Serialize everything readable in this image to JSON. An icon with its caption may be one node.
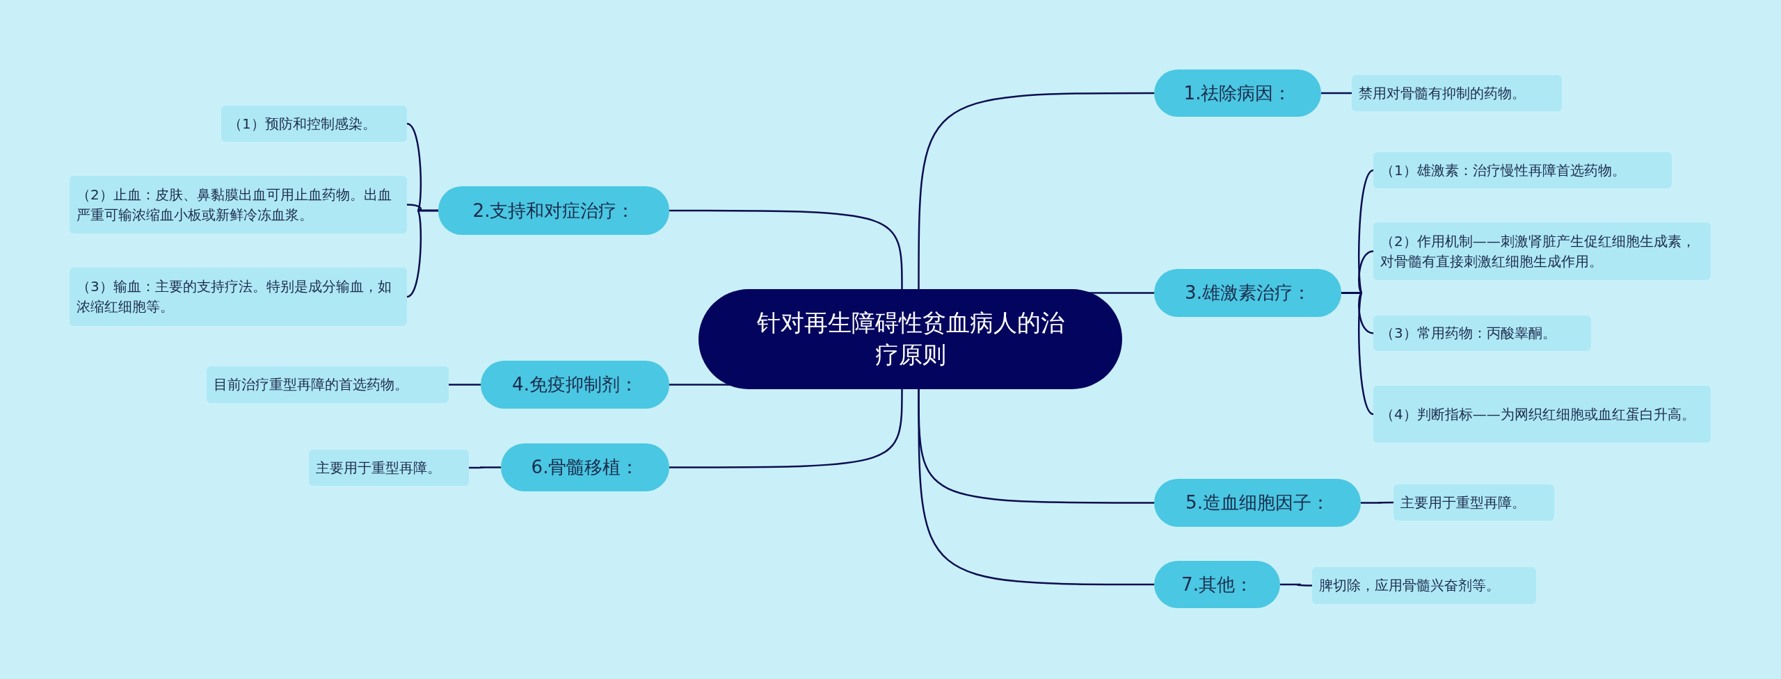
{
  "diagram": {
    "nodes": [
      {
        "text": [
          "针对再生障碍性贫血病人的治疗原则"
        ]
      },
      {
        "text": [
          "1.祛除病因："
        ]
      },
      {
        "text": [
          "禁用对骨髓有抑制的药物。"
        ]
      },
      {
        "text": [
          "2.支持和对症治疗："
        ]
      },
      {
        "text": [
          "（1）预防和控制感染。"
        ]
      },
      {
        "text": [
          "（2）止血：皮肤、鼻黏膜出血可用止血药物。出血严重可输浓缩血小板或新鲜冷冻血浆。"
        ]
      },
      {
        "text": [
          "（3）输血：主要的支持疗法。特别是成分输血，如浓缩红细胞等。"
        ]
      },
      {
        "text": [
          "3.雄激素治疗："
        ]
      },
      {
        "text": [
          "（1）雄激素：治疗慢性再障首选药物。"
        ]
      },
      {
        "text": [
          "（2）作用机制——刺激肾脏产生促红细胞生成素，对骨髓有直接刺激红细胞生成作用。"
        ]
      },
      {
        "text": [
          "（3）常用药物：丙酸睾酮。"
        ]
      },
      {
        "text": [
          "（4）判断指标——为网织红细胞或血红蛋白升高。"
        ]
      },
      {
        "text": [
          "4.免疫抑制剂："
        ]
      },
      {
        "text": [
          "目前治疗重型再障的首选药物。"
        ]
      },
      {
        "text": [
          "5.造血细胞因子："
        ]
      },
      {
        "text": [
          "主要用于重型再障。"
        ]
      },
      {
        "text": [
          "6.骨髓移植："
        ]
      },
      {
        "text": [
          "主要用于重型再障。"
        ]
      },
      {
        "text": [
          "7.其他："
        ]
      },
      {
        "text": [
          "脾切除，应用骨髓兴奋剂等。"
        ]
      }
    ],
    "edges": [
      {
        "from": 0,
        "to": 1,
        "arrow": "none"
      },
      {
        "from": 1,
        "to": 2,
        "arrow": "none"
      },
      {
        "from": 0,
        "to": 3,
        "arrow": "none"
      },
      {
        "from": 3,
        "to": 4,
        "arrow": "none"
      },
      {
        "from": 3,
        "to": 5,
        "arrow": "none"
      },
      {
        "from": 3,
        "to": 6,
        "arrow": "none"
      },
      {
        "from": 0,
        "to": 7,
        "arrow": "none"
      },
      {
        "from": 7,
        "to": 8,
        "arrow": "none"
      },
      {
        "from": 7,
        "to": 9,
        "arrow": "none"
      },
      {
        "from": 7,
        "to": 10,
        "arrow": "none"
      },
      {
        "from": 7,
        "to": 11,
        "arrow": "none"
      },
      {
        "from": 0,
        "to": 12,
        "arrow": "none"
      },
      {
        "from": 12,
        "to": 13,
        "arrow": "none"
      },
      {
        "from": 0,
        "to": 14,
        "arrow": "none"
      },
      {
        "from": 14,
        "to": 15,
        "arrow": "none"
      },
      {
        "from": 0,
        "to": 16,
        "arrow": "none"
      },
      {
        "from": 16,
        "to": 17,
        "arrow": "none"
      },
      {
        "from": 0,
        "to": 18,
        "arrow": "none"
      },
      {
        "from": 18,
        "to": 19,
        "arrow": "none"
      }
    ]
  }
}
